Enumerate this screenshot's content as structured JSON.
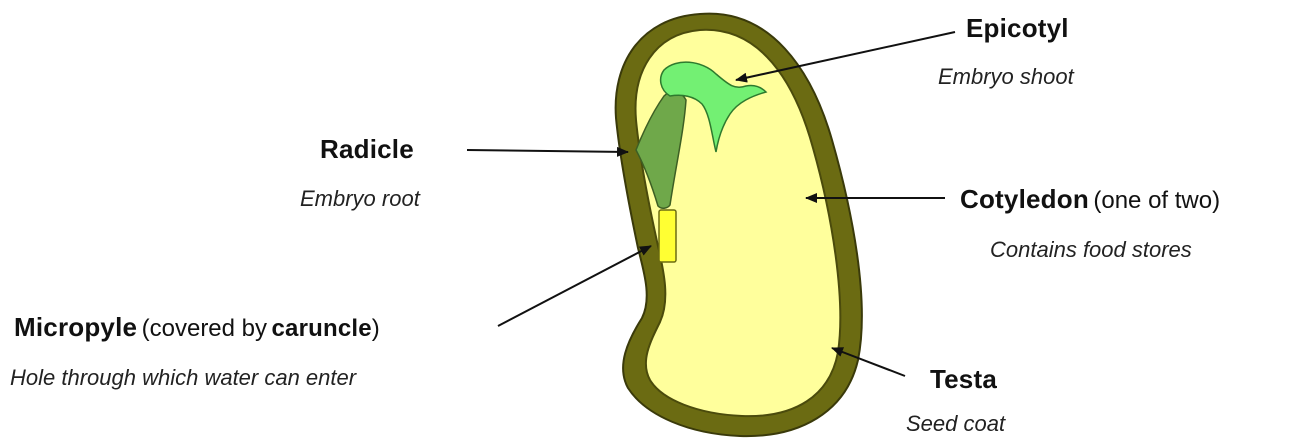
{
  "labels": {
    "epicotyl": {
      "term": "Epicotyl",
      "description": "Embryo shoot"
    },
    "radicle": {
      "term": "Radicle",
      "description": "Embryo root"
    },
    "cotyledon": {
      "term": "Cotyledon",
      "note": "(one of two)",
      "description": "Contains food stores"
    },
    "micropyle": {
      "term": "Micropyle",
      "note_open": "(covered by",
      "note_bold": "caruncle",
      "note_close": ")",
      "description": "Hole through which water can enter"
    },
    "testa": {
      "term": "Testa",
      "description": "Seed coat"
    }
  },
  "colors": {
    "testa": "#6b6b12",
    "cotyledon": "#ffff9c",
    "epicotyl": "#73f073",
    "radicle": "#6fa84a",
    "micropyle": "#ffff33",
    "outline": "#3a3a0a",
    "arrow": "#111111"
  }
}
